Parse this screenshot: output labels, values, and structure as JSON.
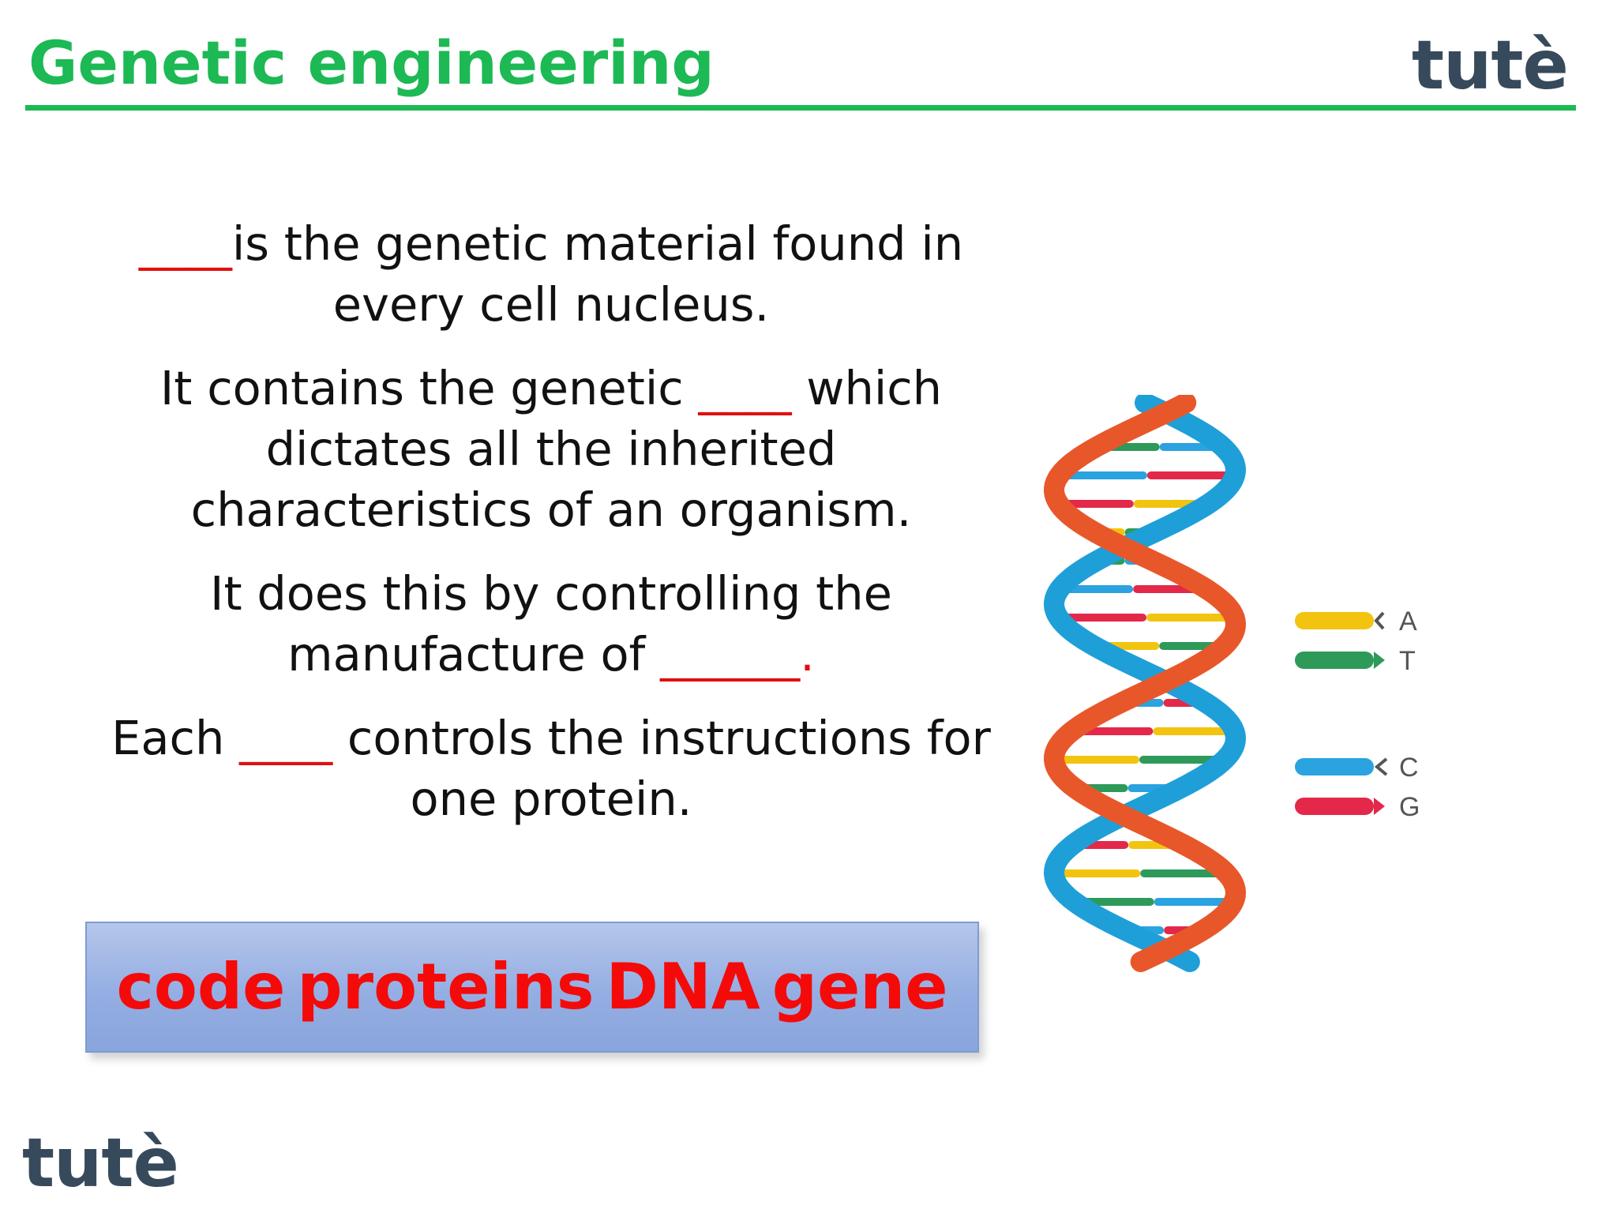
{
  "header": {
    "title": "Genetic engineering",
    "logo_text": "tutè",
    "accent_color": "#1db954"
  },
  "questions": [
    {
      "blank": "____",
      "text": "is the genetic material found in every cell nucleus."
    },
    {
      "text_before": "It contains the genetic ",
      "blank": "____",
      "text_after": " which dictates all the inherited characteristics of an organism."
    },
    {
      "text_before": "It does this by controlling the manufacture of ",
      "blank": "______."
    },
    {
      "text_before": "Each ",
      "blank": "____",
      "text_after": " controls the instructions for one protein."
    }
  ],
  "word_bank": {
    "words": [
      "code",
      "proteins",
      "DNA",
      "gene"
    ],
    "text_color": "#f50a0a"
  },
  "dna_legend": [
    {
      "letter": "A",
      "color": "#f2c40f"
    },
    {
      "letter": "T",
      "color": "#2e9a5a"
    },
    {
      "letter": "C",
      "color": "#2aa3e0"
    },
    {
      "letter": "G",
      "color": "#e3284a"
    }
  ],
  "footer": {
    "logo_text": "tutè"
  }
}
